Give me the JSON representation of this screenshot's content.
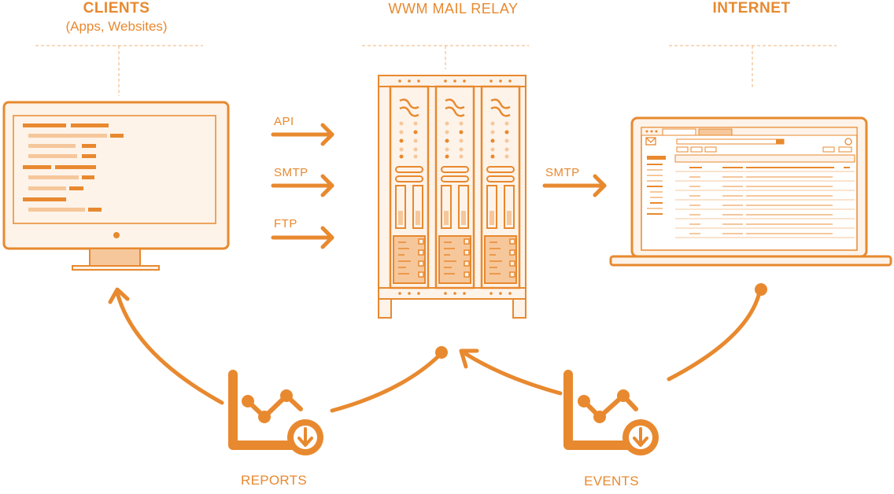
{
  "headers": {
    "clients": "CLIENTS",
    "clients_sub": "(Apps, Websites)",
    "relay": "WWM MAIL RELAY",
    "internet": "INTERNET"
  },
  "protocols": {
    "api": "API",
    "smtp_in": "SMTP",
    "ftp": "FTP",
    "smtp_out": "SMTP"
  },
  "footer": {
    "reports": "REPORTS",
    "events": "EVENTS"
  },
  "colors": {
    "accent": "#e8892f",
    "accent_light": "#f6c79b",
    "accent_pale": "#fdf3e9",
    "divider": "#f0b27a"
  },
  "icons": [
    "desktop-monitor-icon",
    "server-rack-icon",
    "laptop-mail-icon",
    "reports-chart-icon",
    "events-chart-icon"
  ]
}
